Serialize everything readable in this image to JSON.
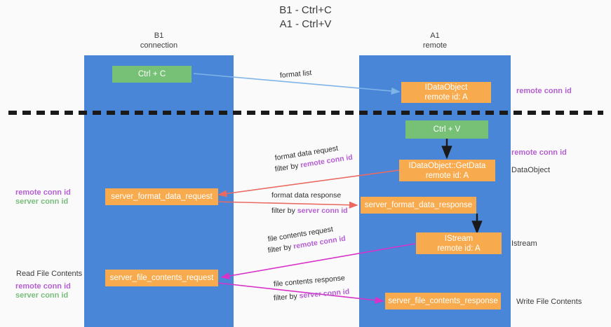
{
  "title": {
    "line1": "B1 - Ctrl+C",
    "line2": "A1 - Ctrl+V"
  },
  "lanes": [
    {
      "name": "B1",
      "role": "connection"
    },
    {
      "name": "A1",
      "role": "remote"
    }
  ],
  "nodes": {
    "ctrl_c": "Ctrl + C",
    "ctrl_v": "Ctrl + V",
    "idataobject_line1": "IDataObject",
    "idataobject_line2": "remote id: A",
    "getdata_line1": "IDataObject::GetData",
    "getdata_line2": "remote id: A",
    "istream_line1": "IStream",
    "istream_line2": "remote id: A",
    "server_format_data_request": "server_format_data_request",
    "server_format_data_response": "server_format_data_response",
    "server_file_contents_request": "server_file_contents_request",
    "server_file_contents_response": "server_file_contents_response"
  },
  "edges": {
    "format_list": "format list",
    "format_data_request": "format data request",
    "format_data_request_filter_prefix": "filter by ",
    "format_data_request_filter_key": "remote conn id",
    "format_data_response": "format data response",
    "format_data_response_filter_prefix": "filter by ",
    "format_data_response_filter_key": "server conn id",
    "file_contents_request": "file contents request",
    "file_contents_request_filter_prefix": "filter by ",
    "file_contents_request_filter_key": "remote conn id",
    "file_contents_response": "file contents response",
    "file_contents_response_filter_prefix": "filter by ",
    "file_contents_response_filter_key": "server conn id"
  },
  "right_labels": {
    "remote_conn_id_top": "remote conn id",
    "remote_conn_id_mid": "remote conn id",
    "dataobject": "DataObject",
    "istream": "Istream",
    "write_file_contents": "Write File Contents"
  },
  "left_labels": {
    "remote_conn_id_mid": "remote conn id",
    "server_conn_id_mid": "server conn id",
    "read_file_contents": "Read File Contents",
    "remote_conn_id_bottom": "remote conn id",
    "server_conn_id_bottom": "server conn id"
  },
  "colors": {
    "lane": "#4a86d8",
    "node_green": "#76c176",
    "node_orange": "#f8ab4e",
    "accent_purple": "#b45fd0",
    "accent_green": "#79bd7c",
    "arrow_light_blue": "#7fb4e8",
    "arrow_red": "#ea6a62",
    "arrow_magenta": "#d832c8",
    "arrow_dark": "#1a1a1a",
    "divider": "#1a1a1a",
    "background": "#fafafa"
  }
}
